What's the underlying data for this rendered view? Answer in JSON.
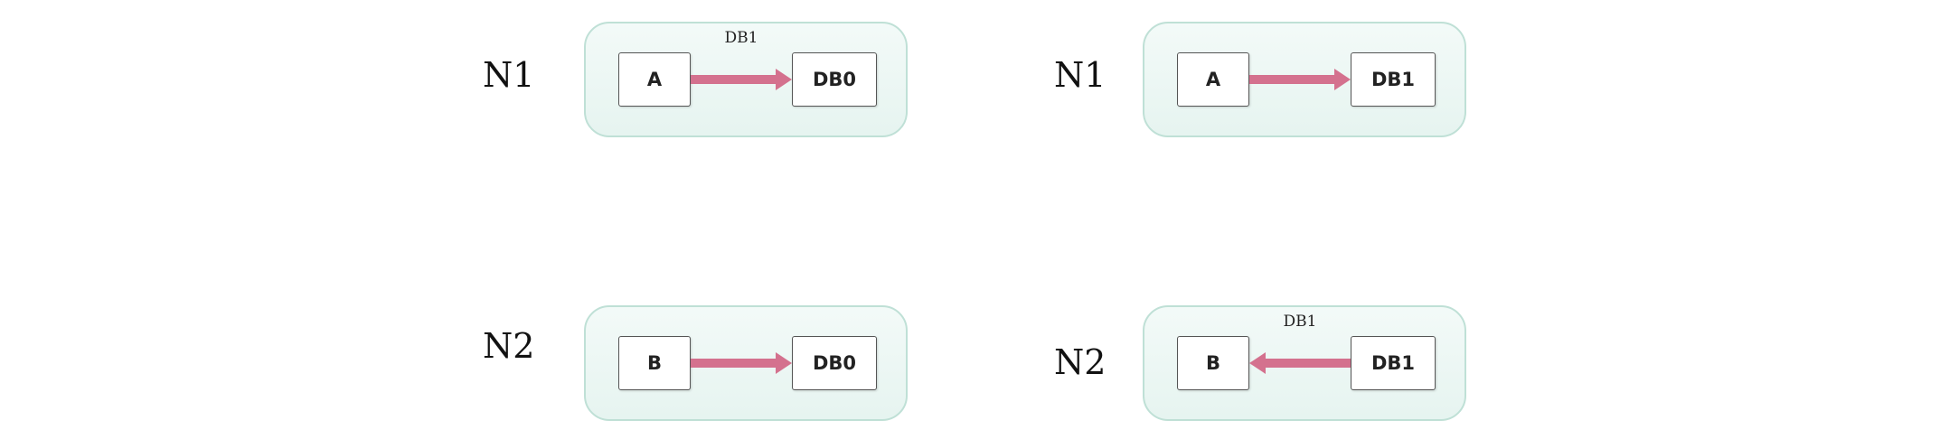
{
  "colors": {
    "arrow": "#d4718e",
    "panel_border": "#bfe0d6",
    "panel_fill": "#e9f5f1"
  },
  "diagrams": [
    {
      "node_label": "N1",
      "left_box": "A",
      "right_box": "DB0",
      "arrow_direction": "right",
      "arrow_label": "DB1"
    },
    {
      "node_label": "N1",
      "left_box": "A",
      "right_box": "DB1",
      "arrow_direction": "right",
      "arrow_label": ""
    },
    {
      "node_label": "N2",
      "left_box": "B",
      "right_box": "DB0",
      "arrow_direction": "right",
      "arrow_label": ""
    },
    {
      "node_label": "N2",
      "left_box": "B",
      "right_box": "DB1",
      "arrow_direction": "left",
      "arrow_label": "DB1"
    }
  ]
}
